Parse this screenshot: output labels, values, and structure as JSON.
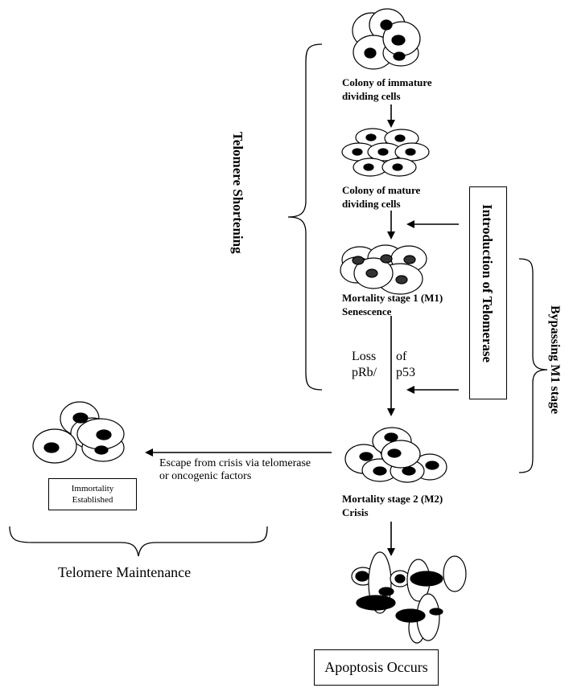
{
  "labels": {
    "immature": "Colony of immature dividing cells",
    "mature": "Colony of mature dividing cells",
    "m1": "Mortality stage 1 (M1) Senescence",
    "loss_left": "Loss\npRb/",
    "loss_right": "of\np53",
    "m2": "Mortality stage 2 (M2) Crisis",
    "escape": "Escape from crisis via telomerase or oncogenic factors",
    "immortality": "Immortality Established",
    "telomere_shortening": "Telomere Shortening",
    "introduction": "Introduction of Telomerase",
    "bypassing": "Bypassing M1 stage",
    "maintenance": "Telomere Maintenance",
    "apoptosis": "Apoptosis Occurs"
  }
}
